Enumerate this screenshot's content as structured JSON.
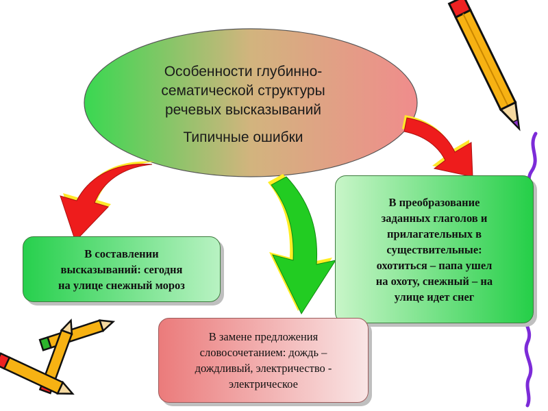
{
  "main": {
    "title_lines": [
      "Особенности глубинно-",
      "сематической структуры",
      "речевых высказываний"
    ],
    "subtitle": "Типичные ошибки"
  },
  "box_left": {
    "lines": [
      "В составлении",
      "высказываний: сегодня",
      "на улице снежный мороз"
    ]
  },
  "box_right": {
    "lines": [
      "В преобразование",
      "заданных глаголов и",
      "прилагательных в",
      "существительные:",
      "охотиться – папа ушел",
      "на охоту, снежный – на",
      "улице идет снег"
    ]
  },
  "box_bottom": {
    "lines": [
      "В замене предложения",
      "словосочетанием: дождь –",
      "дождливый, электричество -",
      "электрическое"
    ]
  },
  "colors": {
    "ellipse_left": "#39d851",
    "ellipse_right": "#f08c8c",
    "arrow_red": "#ee1c1c",
    "arrow_green": "#22cc22",
    "box_green": "#2ecc55",
    "box_pink": "#f08080"
  },
  "icons": [
    "red-curved-arrow-icon",
    "green-curved-arrow-icon",
    "pencil-icon",
    "crayon-icon",
    "purple-wavy-line-icon"
  ]
}
